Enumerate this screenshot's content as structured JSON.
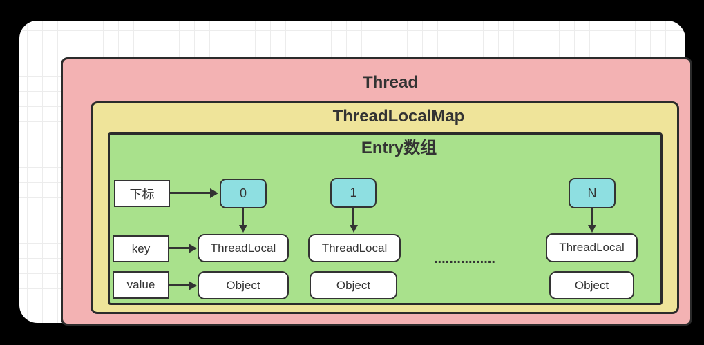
{
  "diagram": {
    "thread_title": "Thread",
    "map_title": "ThreadLocalMap",
    "entry_title": "Entry数组",
    "row_labels": {
      "index": "下标",
      "key": "key",
      "value": "value"
    },
    "columns": [
      {
        "slot": "0",
        "key_type": "ThreadLocal",
        "value_type": "Object"
      },
      {
        "slot": "1",
        "key_type": "ThreadLocal",
        "value_type": "Object"
      },
      {
        "slot": "N",
        "key_type": "ThreadLocal",
        "value_type": "Object"
      }
    ],
    "ellipsis": "................"
  },
  "colors": {
    "canvas": "#000000",
    "card": "#ffffff",
    "grid-line": "#ececec",
    "thread-fill": "#f3b2b3",
    "map-fill": "#efe49a",
    "entry-fill": "#a9e18c",
    "slot-fill": "#8edfe1",
    "node-fill": "#ffffff",
    "ink": "#333333",
    "border": "#2b2b2b"
  }
}
